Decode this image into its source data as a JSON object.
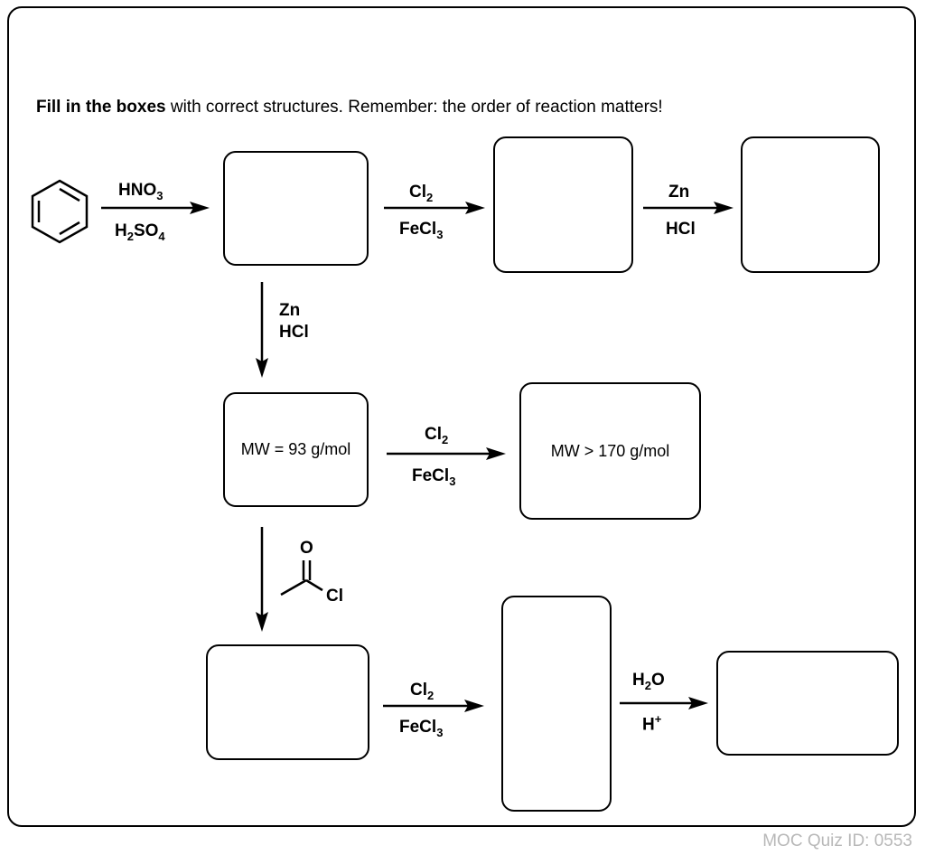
{
  "instruction": {
    "bold": "Fill in the boxes",
    "rest": " with correct structures. Remember: the order of reaction matters!"
  },
  "reagents": {
    "nitration_top": "HNO",
    "nitration_top_sub": "3",
    "nitration_bottom_a": "H",
    "nitration_bottom_sub1": "2",
    "nitration_bottom_b": "SO",
    "nitration_bottom_sub2": "4",
    "cl2": "Cl",
    "cl2_sub": "2",
    "fecl3": "FeCl",
    "fecl3_sub": "3",
    "zn": "Zn",
    "hcl": "HCl",
    "water_a": "H",
    "water_sub": "2",
    "water_b": "O",
    "hplus": "H",
    "hplus_sup": "+",
    "acyl_o": "O",
    "acyl_cl": "Cl"
  },
  "boxes": {
    "b4_label": "MW = 93 g/mol",
    "b5_label": "MW > 170 g/mol"
  },
  "footer": {
    "quiz_id": "MOC Quiz ID: 0553"
  }
}
